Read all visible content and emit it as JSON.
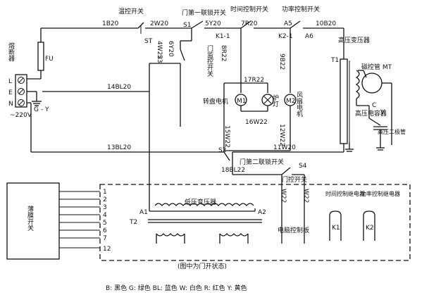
{
  "labels": {
    "fuse_title": "熔断器",
    "fuse": "FU",
    "L": "L",
    "E": "E",
    "N": "N",
    "ground": "G - Y",
    "voltage": "~220V",
    "wire_1B20": "1B20",
    "temp_switch": "温控开关",
    "ST": "ST",
    "wire_2W20": "2W20",
    "door_first": "门第一联锁开关",
    "S1": "S1",
    "wire_5Y20": "5Y20",
    "timer_switch": "时间控制开关",
    "wire_7R20": "7R20",
    "K1_1": "K1-1",
    "power_switch": "功率控制开关",
    "A5": "A5",
    "K2_1": "K2-1",
    "A6": "A6",
    "wire_10B20": "10B20",
    "hv_transformer": "高压变压器",
    "T1": "T1",
    "magnetron": "磁控管 MT",
    "wire_4W22": "4W22",
    "wire_6Y20": "6Y20",
    "S3": "S3",
    "door_monitor": "门监控开关",
    "wire_8R22": "8R22",
    "wire_9B22": "9B22",
    "wire_14BL20": "14BL20",
    "wire_17R22": "17R22",
    "M1": "M1",
    "turntable_motor": "转盘电机",
    "lamp": "炉灯",
    "wire_16W22": "16W22",
    "M2": "M2",
    "fan_motor": "风扇电机",
    "C": "C",
    "V": "V",
    "hv_capacitor": "高压电容器",
    "hv_diode": "高压二极管",
    "wire_12W22": "12W22",
    "wire_13BL20": "13BL20",
    "S2": "S2",
    "wire_15W22": "15W22",
    "wire_11W20": "11W20",
    "door_second": "门第二联锁开关",
    "wire_18BL22": "18BL22",
    "S4": "S4",
    "door_switch": "门控开关",
    "membrane": "薄膜开关",
    "pins": [
      "1",
      "2",
      "3",
      "4",
      "5",
      "6",
      "7",
      "12"
    ],
    "lv_transformer": "低压变压器",
    "T2": "T2",
    "A1": "A1",
    "A2": "A2",
    "W22_a": "W22",
    "W22_b": "W22",
    "timer_relay": "时间控制继电器",
    "power_relay": "功率控制继电器",
    "K1": "K1",
    "K2": "K2",
    "board": "电脑控制板",
    "note": "(图中为门开状态)",
    "legend": "B: 黑色    G: 绿色    BL: 蓝色    W: 白色    R: 红色    Y: 黄色"
  }
}
